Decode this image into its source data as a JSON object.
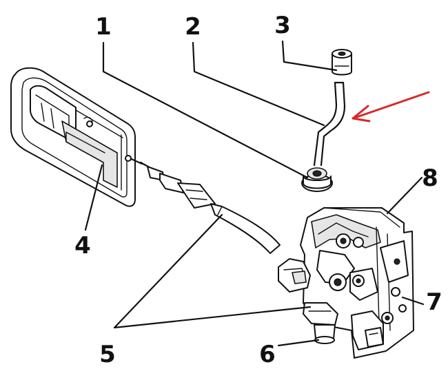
{
  "diagram": {
    "callouts": [
      {
        "id": "1",
        "label": "1"
      },
      {
        "id": "2",
        "label": "2"
      },
      {
        "id": "3",
        "label": "3"
      },
      {
        "id": "4",
        "label": "4"
      },
      {
        "id": "5",
        "label": "5"
      },
      {
        "id": "6",
        "label": "6"
      },
      {
        "id": "7",
        "label": "7"
      },
      {
        "id": "8",
        "label": "8"
      }
    ],
    "arrow_color": "#d62828",
    "line_color": "#111111"
  }
}
